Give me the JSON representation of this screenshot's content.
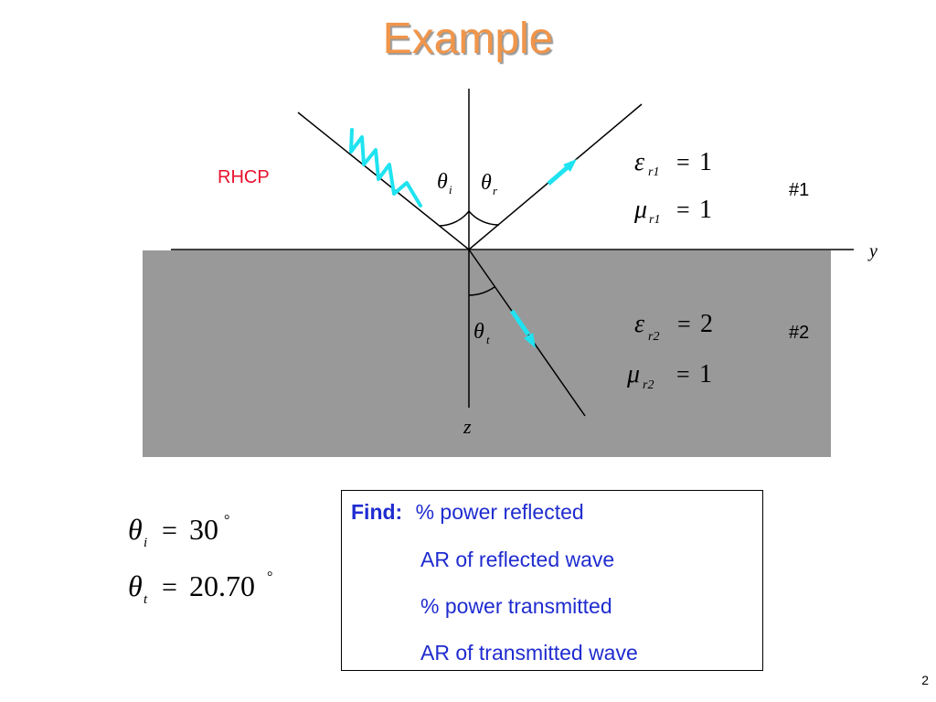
{
  "slide": {
    "title": "Example",
    "page_number": "2"
  },
  "diagram": {
    "polarization_label": "RHCP",
    "axis_y_label": "y",
    "axis_z_label": "z",
    "region1_label": "#1",
    "region2_label": "#2",
    "angles": {
      "incident": {
        "symbol": "θ",
        "subscript": "i"
      },
      "reflected": {
        "symbol": "θ",
        "subscript": "r"
      },
      "transmitted": {
        "symbol": "θ",
        "subscript": "t"
      }
    },
    "medium1": {
      "epsilon": {
        "symbol": "ε",
        "subscript": "r1",
        "value": "1"
      },
      "mu": {
        "symbol": "μ",
        "subscript": "r1",
        "value": "1"
      }
    },
    "medium2": {
      "epsilon": {
        "symbol": "ε",
        "subscript": "r2",
        "value": "2"
      },
      "mu": {
        "symbol": "μ",
        "subscript": "r2",
        "value": "1"
      }
    },
    "colors": {
      "lower_medium": "#999999",
      "wave_arrows": "#1fe3f0",
      "polarization_text": "#e8112e"
    }
  },
  "given": {
    "theta_i": {
      "symbol": "θ",
      "subscript": "i",
      "value": "30",
      "unit": "°"
    },
    "theta_t": {
      "symbol": "θ",
      "subscript": "t",
      "value": "20.70",
      "unit": "°"
    }
  },
  "find": {
    "keyword": "Find:",
    "items": [
      "% power reflected",
      "AR of reflected wave",
      "% power transmitted",
      "AR of transmitted wave"
    ],
    "text_color": "#1f2ccf"
  }
}
